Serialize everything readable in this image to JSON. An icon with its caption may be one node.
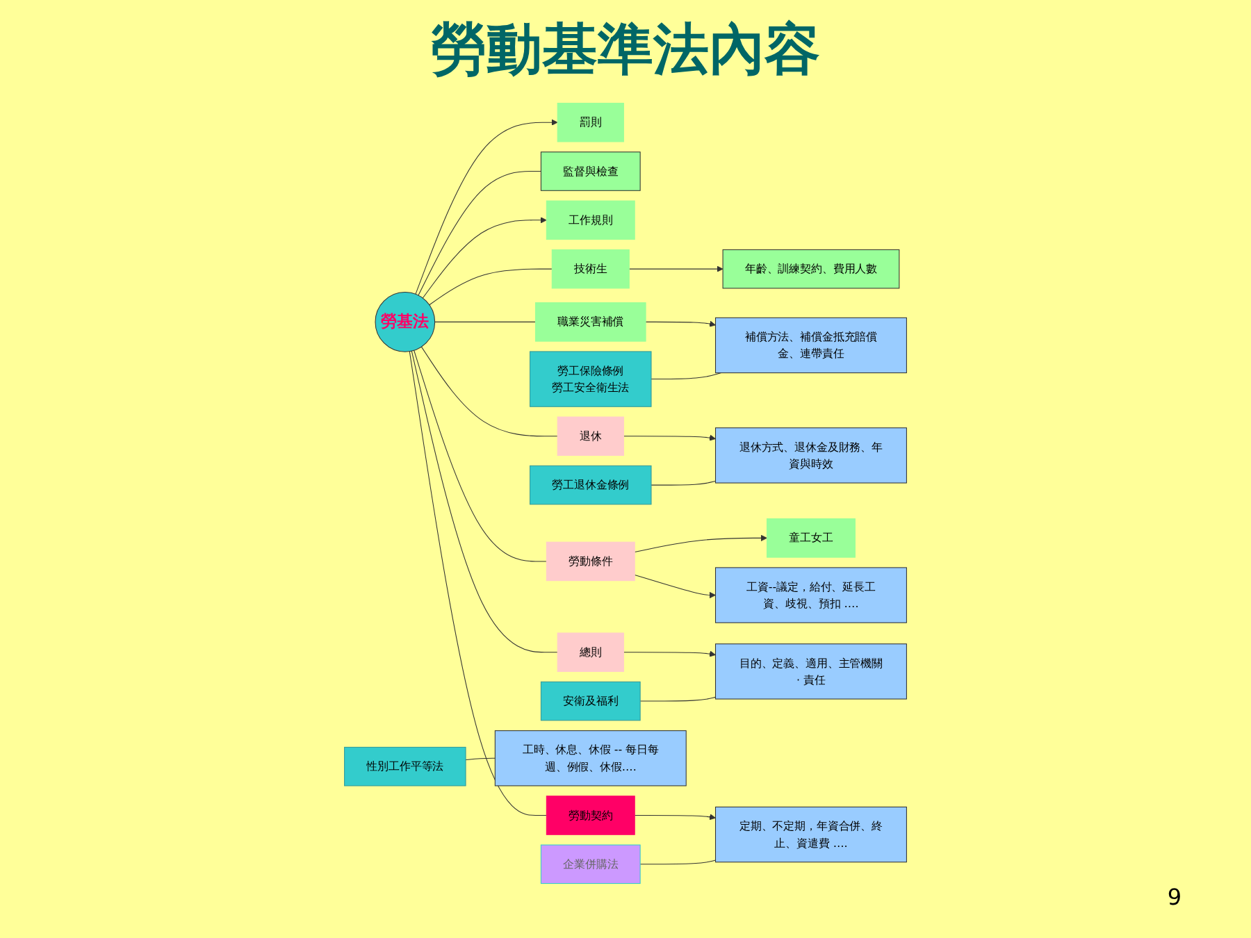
{
  "diagram": {
    "title": "勞動基準法內容",
    "nodes": [
      {
        "text": [
          "勞基法"
        ]
      },
      {
        "text": [
          "罰則"
        ]
      },
      {
        "text": [
          "監督與檢查"
        ]
      },
      {
        "text": [
          "工作規則"
        ]
      },
      {
        "text": [
          "技術生"
        ]
      },
      {
        "text": [
          "年齡、訓練契約、費用人數"
        ]
      },
      {
        "text": [
          "職業災害補償"
        ]
      },
      {
        "text": [
          "退休"
        ]
      },
      {
        "text": [
          "勞動條件"
        ]
      },
      {
        "text": [
          "童工女工"
        ]
      },
      {
        "text": [
          "總則"
        ]
      },
      {
        "text": [
          "勞動契約"
        ]
      },
      {
        "text": [
          "目的、定義、適用、主管機關· 責任"
        ]
      },
      {
        "text": [
          "安衛及福利"
        ]
      },
      {
        "text": [
          "定期、不定期，年資合併、終止、資遣費 …."
        ]
      },
      {
        "text": [
          "企業併購法"
        ]
      },
      {
        "text": [
          "工資--議定，給付、延長工資、歧視、預扣 …."
        ]
      },
      {
        "text": [
          "工時、休息、休假 -- 每日每週、例假、休假…."
        ]
      },
      {
        "text": [
          "性別工作平等法"
        ]
      },
      {
        "text": [
          "退休方式、退休金及財務、年資與時效"
        ]
      },
      {
        "text": [
          "勞工退休金條例"
        ]
      },
      {
        "text": [
          "補償方法、補償金抵充賠償金、連帶責任"
        ]
      },
      {
        "text": [
          "勞工保險條例",
          "勞工安全衛生法"
        ]
      }
    ],
    "edges": [
      {
        "from": 0,
        "to": 1,
        "arrow": "to"
      },
      {
        "from": 0,
        "to": 2,
        "arrow": "none"
      },
      {
        "from": 0,
        "to": 3,
        "arrow": "to"
      },
      {
        "from": 0,
        "to": 4,
        "arrow": "none"
      },
      {
        "from": 4,
        "to": 5,
        "arrow": "to"
      },
      {
        "from": 0,
        "to": 6,
        "arrow": "none"
      },
      {
        "from": 6,
        "to": 21,
        "arrow": "to"
      },
      {
        "from": 0,
        "to": 7,
        "arrow": "none"
      },
      {
        "from": 7,
        "to": 19,
        "arrow": "to"
      },
      {
        "from": 0,
        "to": 8,
        "arrow": "none"
      },
      {
        "from": 8,
        "to": 9,
        "arrow": "to"
      },
      {
        "from": 8,
        "to": 16,
        "arrow": "to"
      },
      {
        "from": 0,
        "to": 10,
        "arrow": "none"
      },
      {
        "from": 10,
        "to": 12,
        "arrow": "to"
      },
      {
        "from": 0,
        "to": 11,
        "arrow": "none"
      },
      {
        "from": 11,
        "to": 14,
        "arrow": "to"
      },
      {
        "from": 13,
        "to": 12,
        "arrow": "none"
      },
      {
        "from": 15,
        "to": 14,
        "arrow": "none"
      },
      {
        "from": 18,
        "to": 17,
        "arrow": "none"
      },
      {
        "from": 20,
        "to": 19,
        "arrow": "none"
      },
      {
        "from": 22,
        "to": 21,
        "arrow": "none"
      }
    ],
    "labels": [
      "9"
    ]
  }
}
